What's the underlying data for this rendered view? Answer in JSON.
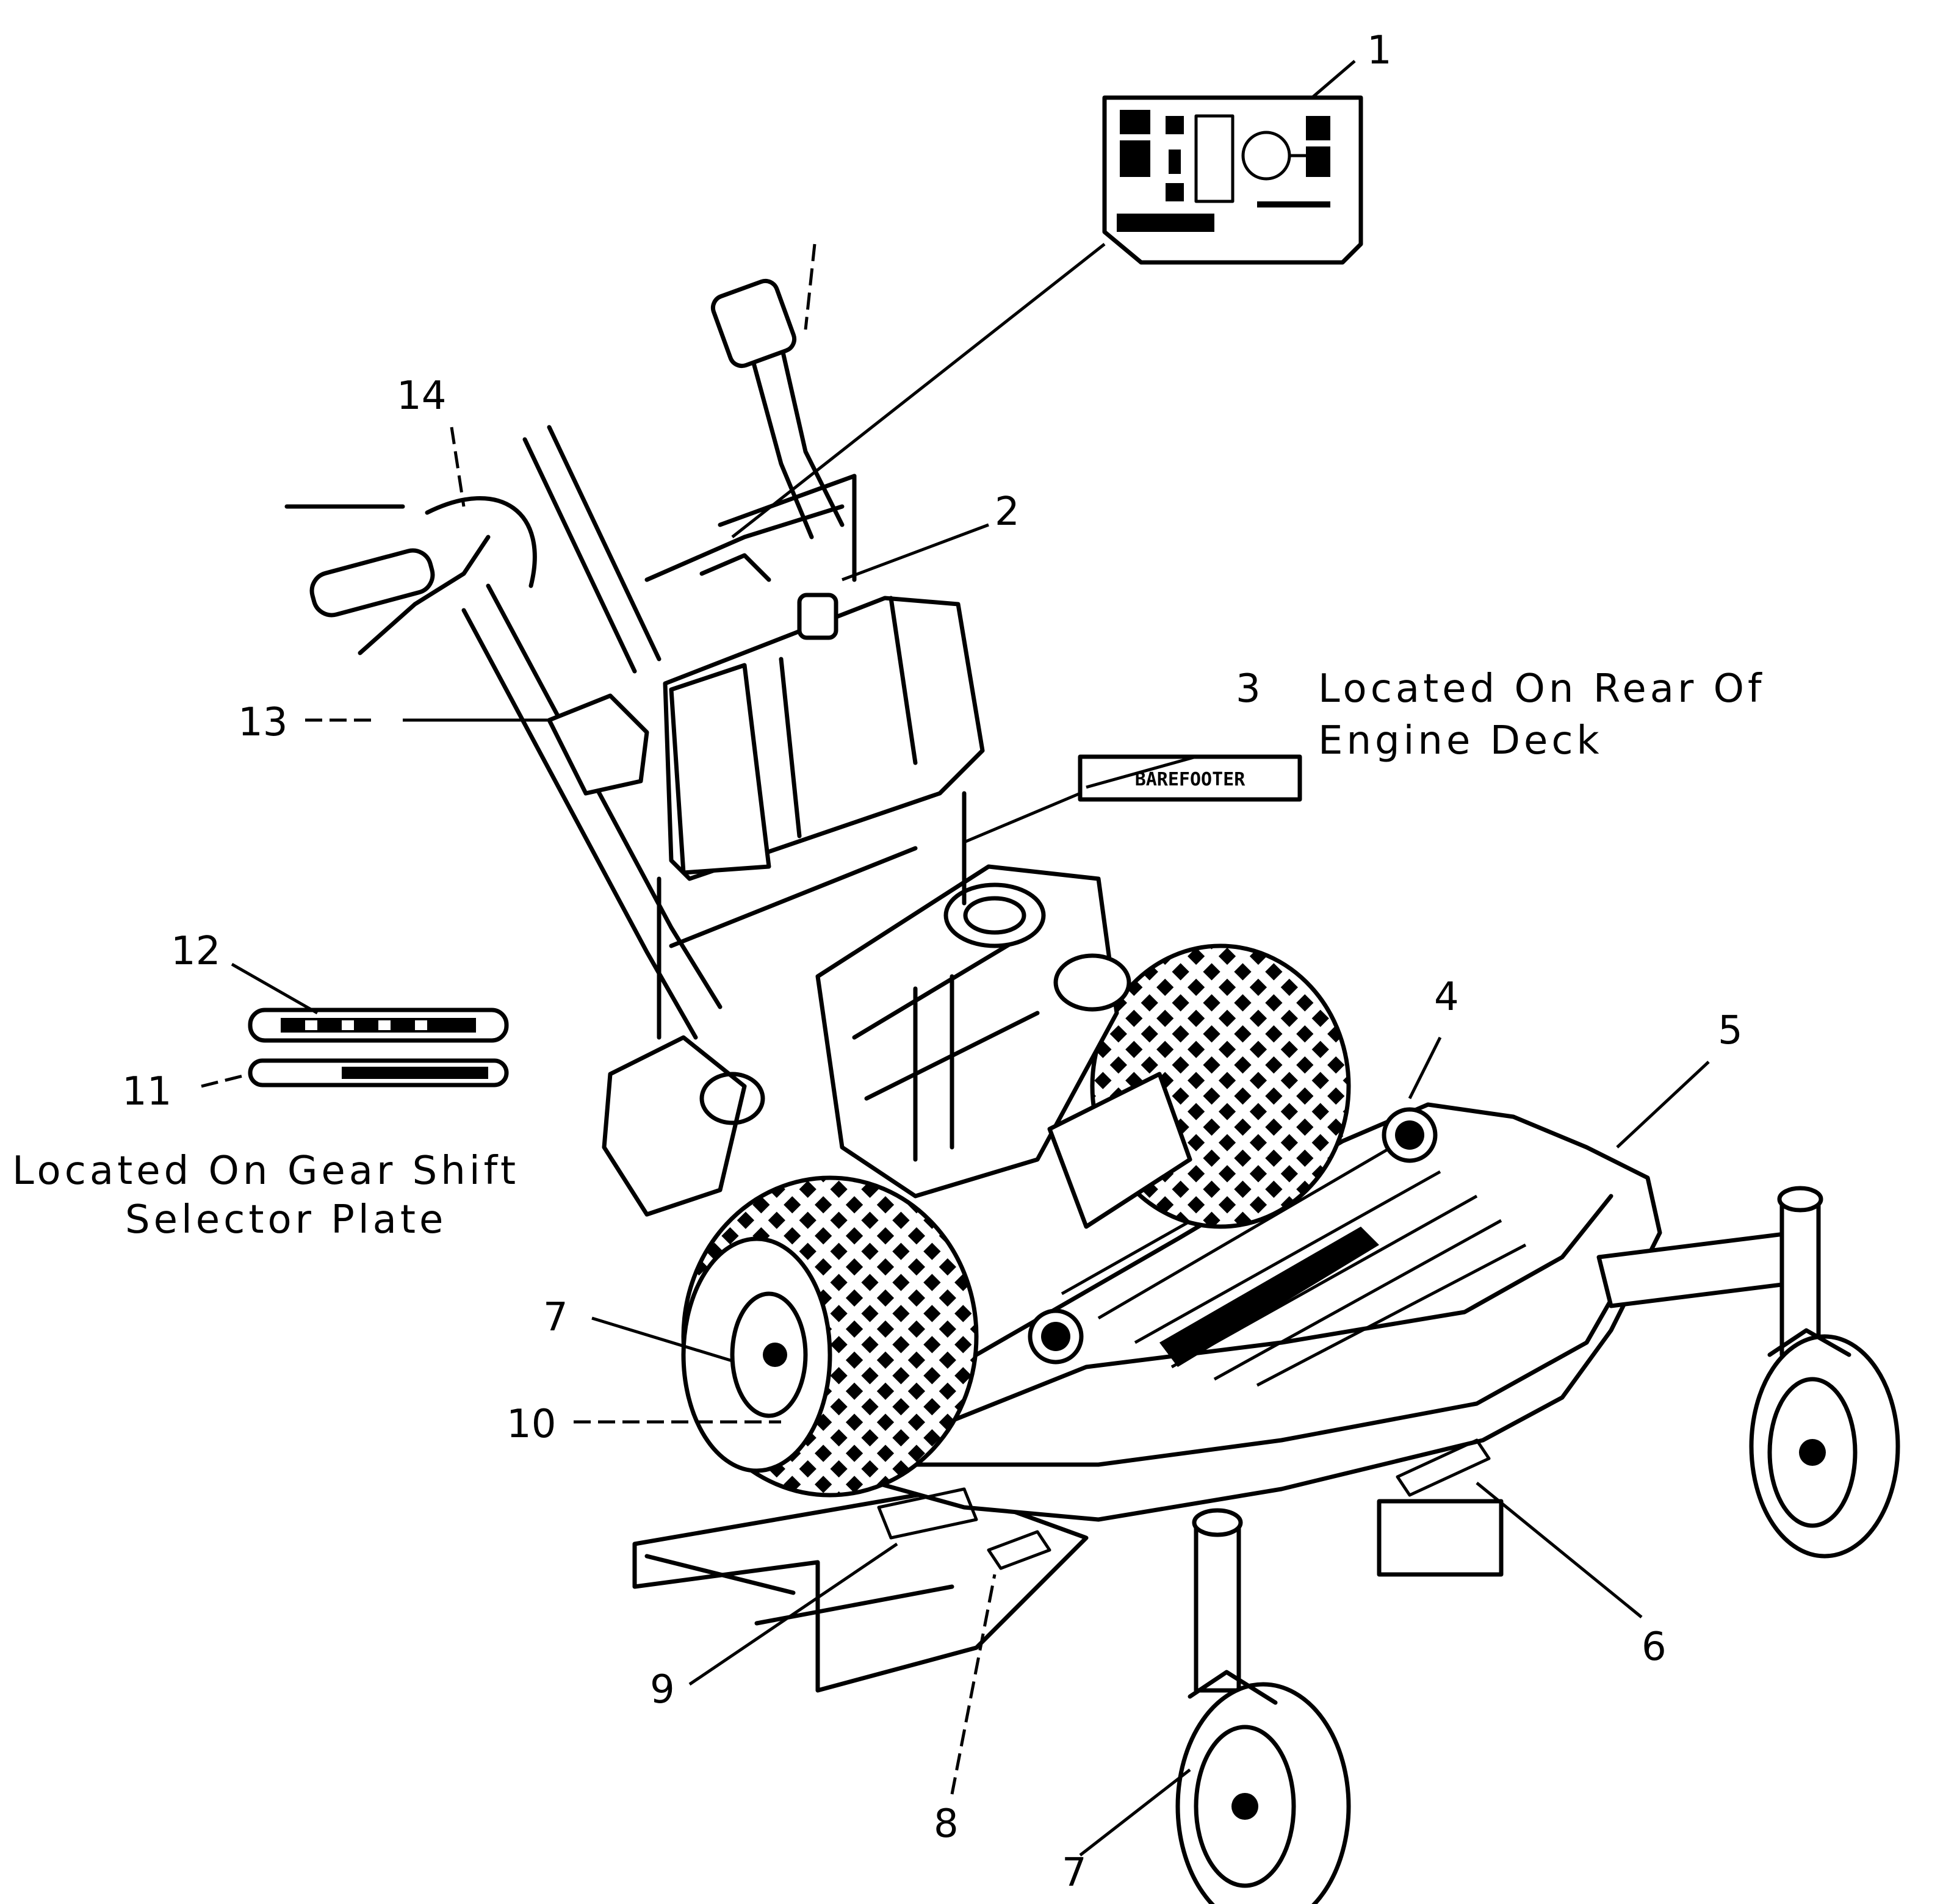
{
  "callouts": {
    "c1": "1",
    "c2": "2",
    "c3": "3",
    "c4": "4",
    "c5": "5",
    "c6": "6",
    "c7a": "7",
    "c7b": "7",
    "c8": "8",
    "c9": "9",
    "c10": "10",
    "c11": "11",
    "c12": "12",
    "c13": "13",
    "c14": "14"
  },
  "notes": {
    "rear_line1": "Located On Rear Of",
    "rear_line2": "Engine Deck",
    "gear_line1": "Located On Gear Shift",
    "gear_line2": "Selector Plate"
  },
  "decal3_text": "BAREFOOTER"
}
